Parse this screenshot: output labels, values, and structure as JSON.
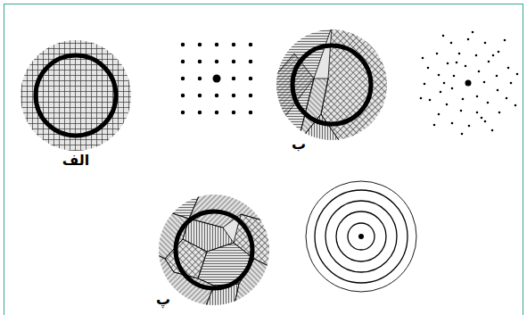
{
  "diagram": {
    "labels": [
      "الف",
      "ب",
      "پ"
    ]
  }
}
